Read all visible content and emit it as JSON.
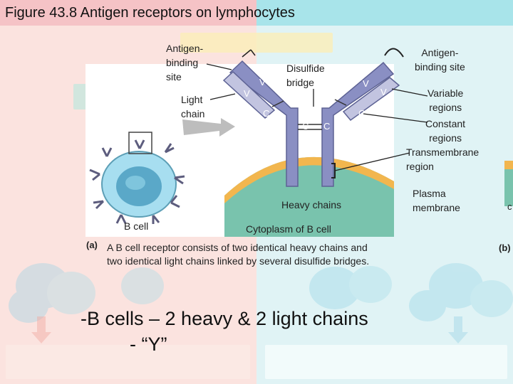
{
  "title": "Figure 43.8 Antigen receptors on lymphocytes",
  "labels": {
    "antigen_binding_site_left": [
      "Antigen-",
      "binding",
      "site"
    ],
    "light_chain": [
      "Light",
      "chain"
    ],
    "disulfide_bridge": [
      "Disulfide",
      "bridge"
    ],
    "antigen_binding_site_right": [
      "Antigen-",
      "binding site"
    ],
    "variable_regions": [
      "Variable",
      "regions"
    ],
    "constant_regions": [
      "Constant",
      "regions"
    ],
    "transmembrane_region": [
      "Transmembrane",
      "region"
    ],
    "plasma_membrane": [
      "Plasma",
      "membrane"
    ],
    "heavy_chains": "Heavy chains",
    "cytoplasm": "Cytoplasm of B cell",
    "b_cell": "B cell",
    "cropped_right": "c"
  },
  "domain_letters": {
    "v": "V",
    "c": "C"
  },
  "caption": {
    "tag": "(a)",
    "text": "A B cell receptor consists of two identical heavy chains and two identical light chains linked by several disulfide bridges.",
    "tag_b": "(b)"
  },
  "bullets": {
    "line1": "-B cells – 2 heavy & 2 light chains",
    "line2": "- “Y”"
  },
  "colors": {
    "heavy_chain": "#8a8fc3",
    "cytoplasm": "#79c3ad",
    "membrane": "#f2b64e",
    "b_cell": "#8fd1e6"
  }
}
